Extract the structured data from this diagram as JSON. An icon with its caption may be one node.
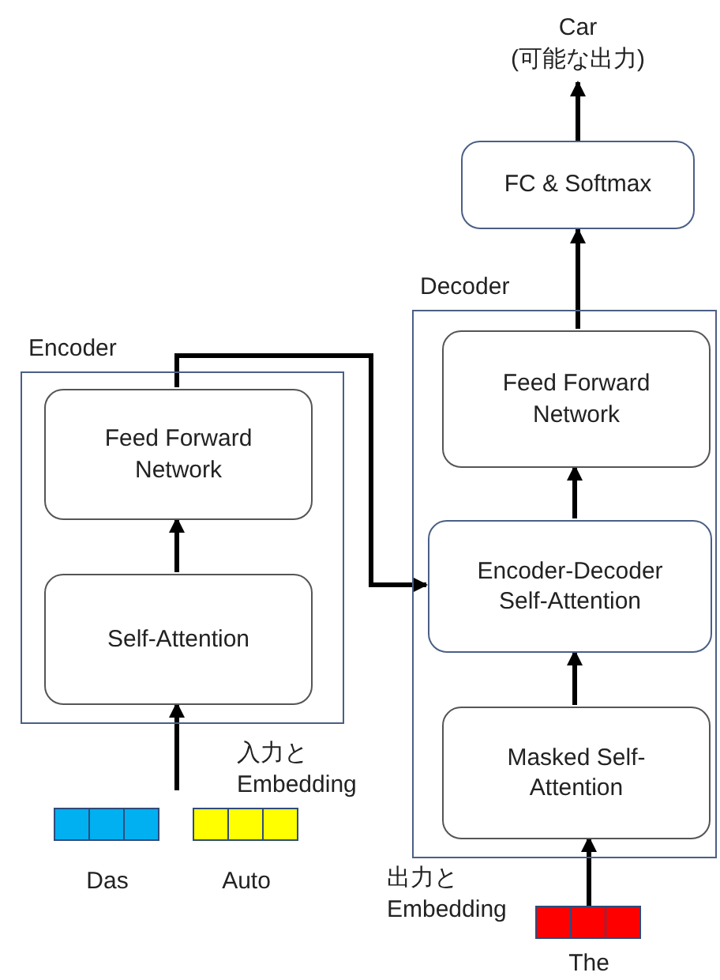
{
  "diagram": {
    "nodes": [
      {
        "text": [
          "Car",
          "(可能な出力)"
        ]
      },
      {
        "text": [
          "FC & Softmax"
        ]
      },
      {
        "text": [
          "Decoder"
        ]
      },
      {
        "text": [
          "Feed Forward Network"
        ],
        "in": 2
      },
      {
        "text": [
          "Encoder-Decoder Self-Attention"
        ],
        "in": 2
      },
      {
        "text": [
          "Masked Self-Attention"
        ],
        "in": 2
      },
      {
        "text": [
          "Encoder"
        ]
      },
      {
        "text": [
          "Feed Forward Network"
        ],
        "in": 6
      },
      {
        "text": [
          "Self-Attention"
        ],
        "in": 6
      },
      {
        "text": [],
        "shape": "bar",
        "beside": [
          "Das"
        ]
      },
      {
        "text": [],
        "shape": "bar",
        "beside": [
          "Auto"
        ]
      },
      {
        "text": [],
        "shape": "bar",
        "beside": [
          "The"
        ]
      }
    ],
    "edges": [
      {
        "from": 8,
        "to": 7,
        "arrow": "to"
      },
      {
        "from": 7,
        "to": 4,
        "arrow": "to"
      },
      {
        "from": 5,
        "to": 4,
        "arrow": "to"
      },
      {
        "from": 4,
        "to": 3,
        "arrow": "to"
      },
      {
        "from": 3,
        "to": 1,
        "arrow": "to"
      },
      {
        "from": 1,
        "to": 0,
        "arrow": "to"
      },
      {
        "from": null,
        "to": 8,
        "arrow": "to"
      },
      {
        "from": 11,
        "to": 5,
        "arrow": "to"
      }
    ],
    "labels": [
      "入力と Embedding",
      "出力と Embedding"
    ]
  }
}
